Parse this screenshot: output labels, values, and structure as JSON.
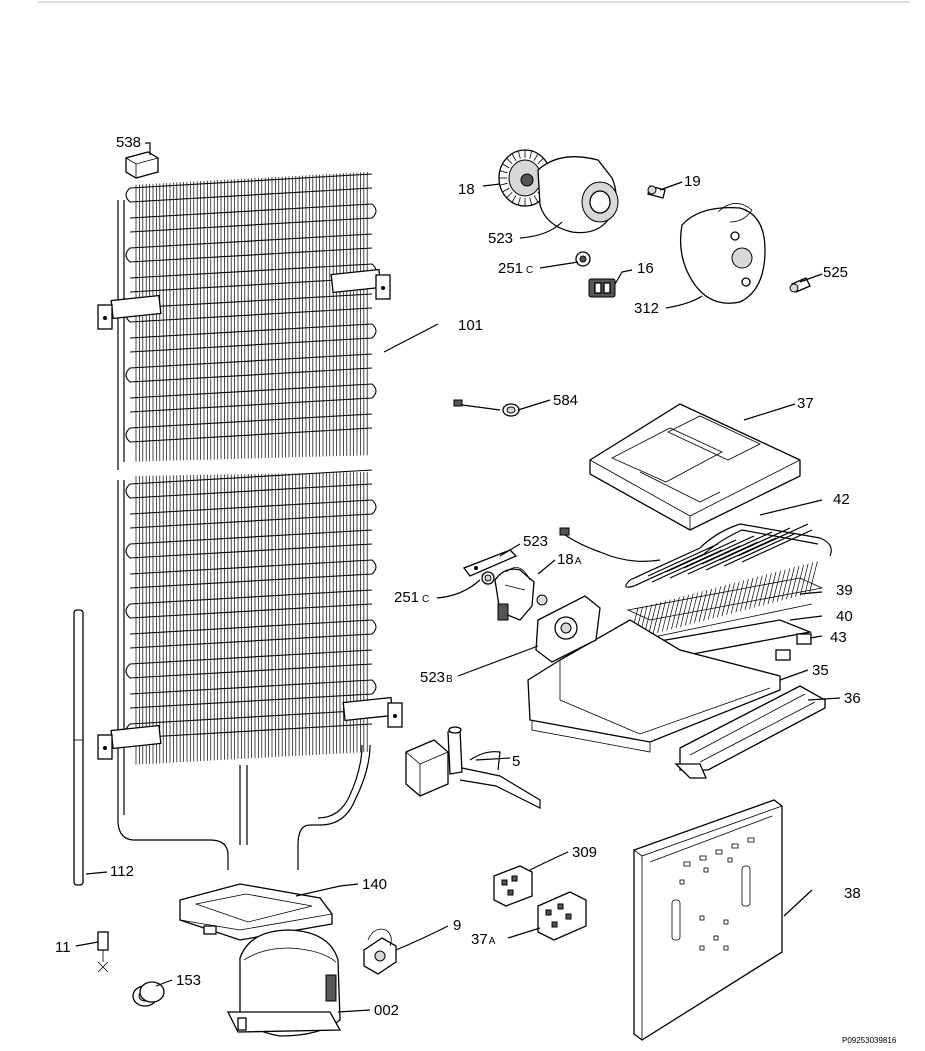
{
  "diagram_code": "P09253039816",
  "callouts": [
    {
      "id": "c538",
      "num": "538",
      "suffix": ""
    },
    {
      "id": "c18",
      "num": "18",
      "suffix": ""
    },
    {
      "id": "c19",
      "num": "19",
      "suffix": ""
    },
    {
      "id": "c523a",
      "num": "523",
      "suffix": ""
    },
    {
      "id": "c251a",
      "num": "251",
      "suffix": "C"
    },
    {
      "id": "c16",
      "num": "16",
      "suffix": ""
    },
    {
      "id": "c525",
      "num": "525",
      "suffix": ""
    },
    {
      "id": "c312",
      "num": "312",
      "suffix": ""
    },
    {
      "id": "c101",
      "num": "101",
      "suffix": ""
    },
    {
      "id": "c584",
      "num": "584",
      "suffix": ""
    },
    {
      "id": "c37",
      "num": "37",
      "suffix": ""
    },
    {
      "id": "c42",
      "num": "42",
      "suffix": ""
    },
    {
      "id": "c523b",
      "num": "523",
      "suffix": ""
    },
    {
      "id": "c18a",
      "num": "18",
      "suffix": "A"
    },
    {
      "id": "c251b",
      "num": "251",
      "suffix": "C"
    },
    {
      "id": "c39",
      "num": "39",
      "suffix": ""
    },
    {
      "id": "c40",
      "num": "40",
      "suffix": ""
    },
    {
      "id": "c43",
      "num": "43",
      "suffix": ""
    },
    {
      "id": "c523c",
      "num": "523",
      "suffix": "B"
    },
    {
      "id": "c35",
      "num": "35",
      "suffix": ""
    },
    {
      "id": "c36",
      "num": "36",
      "suffix": ""
    },
    {
      "id": "c5",
      "num": "5",
      "suffix": ""
    },
    {
      "id": "c309",
      "num": "309",
      "suffix": ""
    },
    {
      "id": "c112",
      "num": "112",
      "suffix": ""
    },
    {
      "id": "c140",
      "num": "140",
      "suffix": ""
    },
    {
      "id": "c38",
      "num": "38",
      "suffix": ""
    },
    {
      "id": "c9",
      "num": "9",
      "suffix": ""
    },
    {
      "id": "c37a",
      "num": "37",
      "suffix": "A"
    },
    {
      "id": "c11",
      "num": "11",
      "suffix": ""
    },
    {
      "id": "c153",
      "num": "153",
      "suffix": ""
    },
    {
      "id": "c002",
      "num": "002",
      "suffix": ""
    }
  ]
}
